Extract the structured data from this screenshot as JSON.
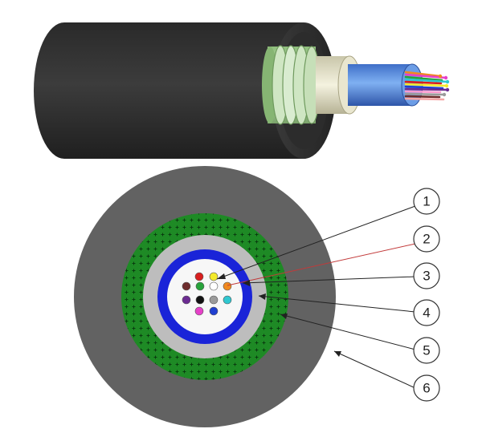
{
  "colors": {
    "outer_jacket": "#474747",
    "cross_section_jacket": "#626262",
    "armor_green": "#1e8a25",
    "inner_gray": "#bdbdbd",
    "blue_tube": "#1a24d8",
    "core_white": "#f7f7f7",
    "leader_line": "#222222",
    "leader_red": "#c23a3a"
  },
  "callouts": [
    {
      "id": "1",
      "label": "1"
    },
    {
      "id": "2",
      "label": "2"
    },
    {
      "id": "3",
      "label": "3"
    },
    {
      "id": "4",
      "label": "4"
    },
    {
      "id": "5",
      "label": "5"
    },
    {
      "id": "6",
      "label": "6"
    }
  ],
  "fibers": [
    {
      "color": "#d81e1e"
    },
    {
      "color": "#f3ea2c"
    },
    {
      "color": "#6e2d2d"
    },
    {
      "color": "#27a33a"
    },
    {
      "color": "#ffffff"
    },
    {
      "color": "#f08a1e"
    },
    {
      "color": "#6b2b91"
    },
    {
      "color": "#111111"
    },
    {
      "color": "#9a9a9a"
    },
    {
      "color": "#2fc7d0"
    },
    {
      "color": "#e640c8"
    },
    {
      "color": "#1f3fd0"
    }
  ]
}
